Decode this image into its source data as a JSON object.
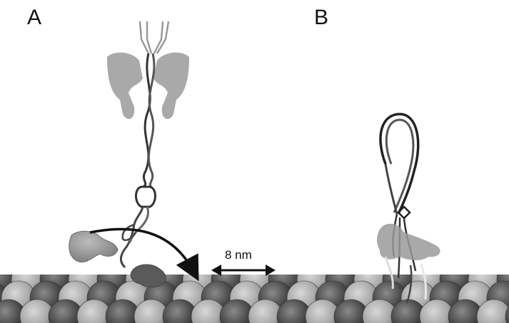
{
  "panels": {
    "a": {
      "label": "A"
    },
    "b": {
      "label": "B"
    }
  },
  "scale_bar": {
    "label": "8 nm"
  }
}
